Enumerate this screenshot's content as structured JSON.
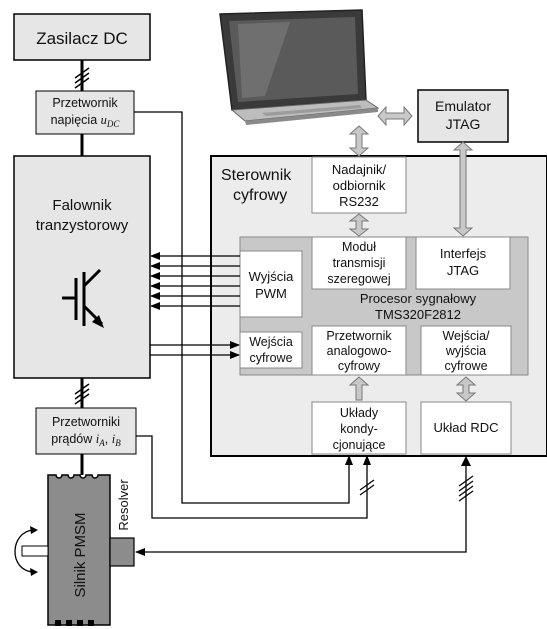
{
  "blocks": {
    "psu": {
      "lines": [
        "Zasilacz DC"
      ]
    },
    "voltage_transducer": {
      "lines": [
        "Przetwornik",
        "napięcia"
      ],
      "symbol_main": "u",
      "symbol_sub": "DC"
    },
    "inverter": {
      "lines": [
        "Falownik",
        "tranzystorowy"
      ]
    },
    "current_transducers": {
      "lines": [
        "Przetworniki",
        "prądów"
      ],
      "symbol_a": "i",
      "symbol_a_sub": "A",
      "symbol_b": "i",
      "symbol_b_sub": "B",
      "separator": ","
    },
    "motor": {
      "lines": [
        "Silnik PMSM"
      ]
    },
    "resolver": {
      "lines": [
        "Resolver"
      ]
    },
    "emulator": {
      "lines": [
        "Emulator",
        "JTAG"
      ]
    },
    "controller": {
      "lines": [
        "Sterownik",
        "cyfrowy"
      ]
    },
    "rs232": {
      "lines": [
        "Nadajnik/",
        "odbiornik",
        "RS232"
      ]
    },
    "serial_module": {
      "lines": [
        "Moduł",
        "transmisji",
        "szeregowej"
      ]
    },
    "jtag_interface": {
      "lines": [
        "Interfejs",
        "JTAG"
      ]
    },
    "dsp": {
      "lines": [
        "Procesor sygnałowy",
        "TMS320F2812"
      ]
    },
    "pwm_outputs": {
      "lines": [
        "Wyjścia",
        "PWM"
      ]
    },
    "digital_inputs": {
      "lines": [
        "Wejścia",
        "cyfrowe"
      ]
    },
    "adc": {
      "lines": [
        "Przetwornik",
        "analogowo-",
        "cyfrowy"
      ]
    },
    "digital_io": {
      "lines": [
        "Wejścia/",
        "wyjścia",
        "cyfrowe"
      ]
    },
    "conditioning": {
      "lines": [
        "Układy",
        "kondy-",
        "cjonujące"
      ]
    },
    "rdc": {
      "lines": [
        "Układ RDC"
      ]
    }
  },
  "colors": {
    "light_box": "#e6e6e6",
    "dark_box": "#cccccc",
    "controller_bg": "#ececec",
    "dsp_bg": "#c8c8c8",
    "motor": "#8c8c8c",
    "line": "#000000",
    "bus_arrow": "#c8c8c8"
  }
}
